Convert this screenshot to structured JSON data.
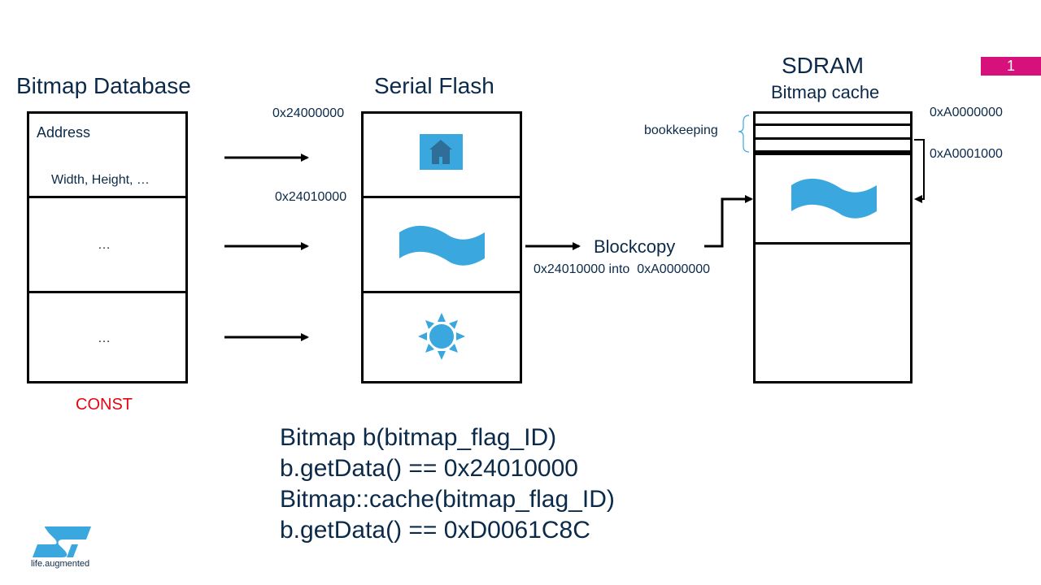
{
  "slide": {
    "page_number": "1"
  },
  "headings": {
    "bitmap_database": "Bitmap Database",
    "serial_flash": "Serial Flash",
    "sdram": "SDRAM",
    "bitmap_cache": "Bitmap cache"
  },
  "database": {
    "row1_address": "Address",
    "row1_fields": "Width, Height, …",
    "row2": "…",
    "row3": "…",
    "const_label": "CONST"
  },
  "flash": {
    "addr_top": "0x24000000",
    "addr_second": "0x24010000",
    "icons": [
      "home-icon",
      "flag-icon",
      "sun-icon"
    ]
  },
  "blockcopy": {
    "label": "Blockcopy",
    "detail": "0x24010000 into  0xA0000000"
  },
  "sdram": {
    "addr_start": "0xA0000000",
    "addr_data": "0xA0001000",
    "bookkeeping": "bookkeeping"
  },
  "code_lines": [
    "Bitmap b(bitmap_flag_ID)",
    "b.getData() == 0x24010000",
    "Bitmap::cache(bitmap_flag_ID)",
    "b.getData() == 0xD0061C8C"
  ],
  "logo": {
    "tagline": "life.augmented"
  },
  "colors": {
    "heading": "#0b2a4a",
    "accent_blue": "#3aa8de",
    "const_red": "#e30613",
    "page_badge": "#d6117b"
  }
}
